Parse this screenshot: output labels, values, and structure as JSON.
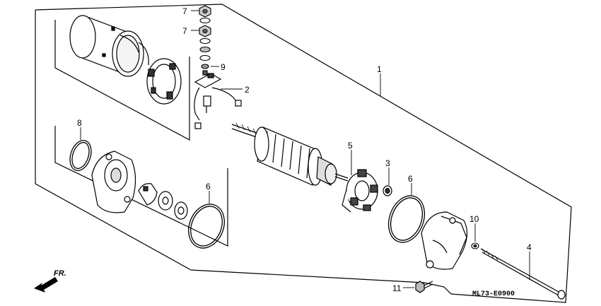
{
  "diagram": {
    "callouts": [
      {
        "id": "c7a",
        "label": "7"
      },
      {
        "id": "c7b",
        "label": "7"
      },
      {
        "id": "c9",
        "label": "9"
      },
      {
        "id": "c2",
        "label": "2"
      },
      {
        "id": "c1",
        "label": "1"
      },
      {
        "id": "c8",
        "label": "8"
      },
      {
        "id": "c6a",
        "label": "6"
      },
      {
        "id": "c5",
        "label": "5"
      },
      {
        "id": "c3",
        "label": "3"
      },
      {
        "id": "c6b",
        "label": "6"
      },
      {
        "id": "c10",
        "label": "10"
      },
      {
        "id": "c4",
        "label": "4"
      },
      {
        "id": "c11",
        "label": "11"
      }
    ],
    "direction_label": "FR.",
    "diagram_code": "ML73-E0900"
  }
}
